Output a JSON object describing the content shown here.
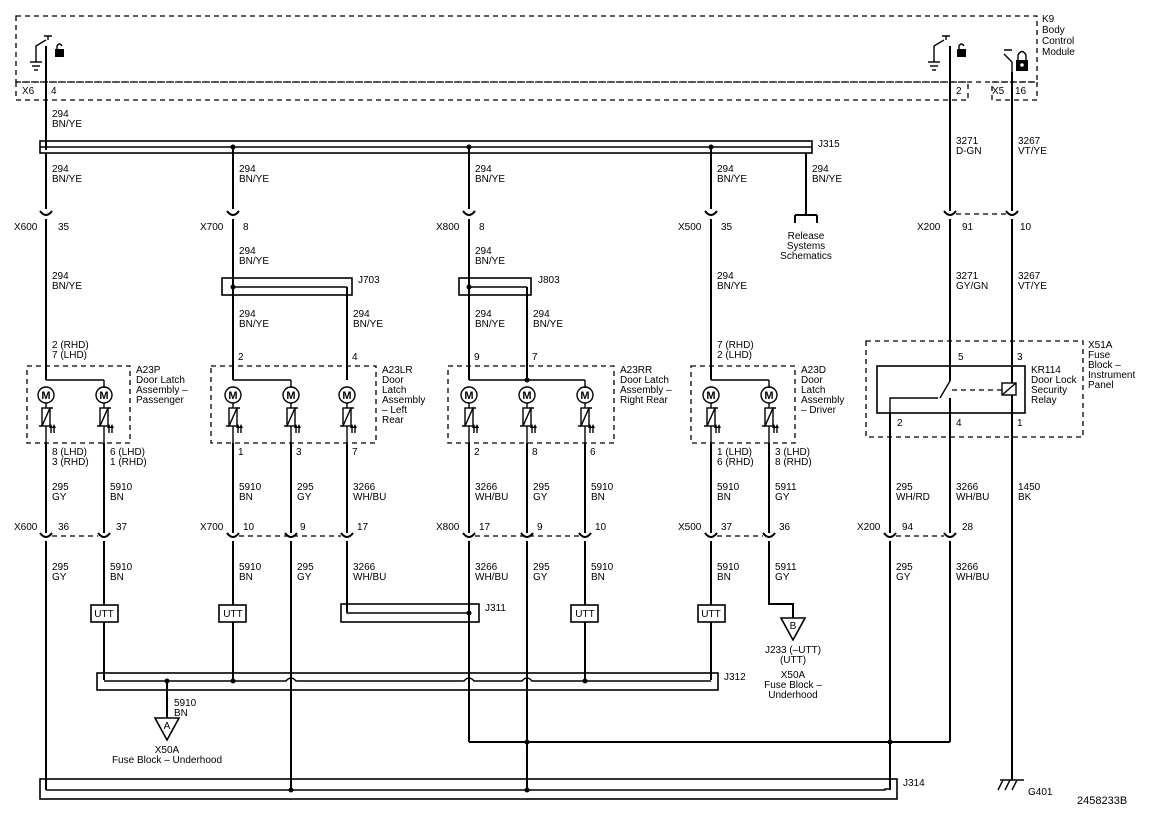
{
  "bcm": {
    "name": [
      "K9",
      "Body",
      "Control",
      "Module"
    ],
    "conn_left": "X6",
    "pin_left": "4",
    "pin_mid": "2",
    "conn_right": "X5",
    "pin_right": "16"
  },
  "splices": {
    "j315": "J315",
    "j703": "J703",
    "j803": "J803",
    "j311": "J311",
    "j312": "J312",
    "j314": "J314"
  },
  "release": [
    "Release",
    "Systems",
    "Schematics"
  ],
  "wire294": [
    "294",
    "BN/YE"
  ],
  "wires": {
    "a_d_gn": [
      "3271",
      "D-GN"
    ],
    "a_gy_gn": [
      "3271",
      "GY/GN"
    ],
    "b_vt_ye": [
      "3267",
      "VT/YE"
    ],
    "gy295": [
      "295",
      "GY"
    ],
    "bn5910": [
      "5910",
      "BN"
    ],
    "wh3266": [
      "3266",
      "WH/BU"
    ],
    "gy5911": [
      "5911",
      "GY"
    ],
    "whrd295": [
      "295",
      "WH/RD"
    ],
    "bk1450": [
      "1450",
      "BK"
    ]
  },
  "conns": {
    "x600": "X600",
    "x700": "X700",
    "x800": "X800",
    "x500": "X500",
    "x200": "X200"
  },
  "pins": {
    "p35": "35",
    "p8": "8",
    "p91": "91",
    "p10": "10",
    "p36": "36",
    "p37": "37",
    "p9": "9",
    "p17": "17",
    "p94": "94",
    "p28": "28",
    "p2": "2",
    "p4": "4",
    "p7": "7",
    "p1": "1",
    "p3": "3",
    "p6": "6",
    "p5": "5"
  },
  "pass_top": [
    "2 (RHD)",
    "7 (LHD)"
  ],
  "pass_bot1": [
    "8 (LHD)",
    "3 (RHD)"
  ],
  "pass_bot2": [
    "6 (LHD)",
    "1 (RHD)"
  ],
  "drv_top": [
    "7 (RHD)",
    "2 (LHD)"
  ],
  "drv_bot1": [
    "1 (LHD)",
    "6 (RHD)"
  ],
  "drv_bot2": [
    "3 (LHD)",
    "8 (RHD)"
  ],
  "comps": {
    "a23p": [
      "A23P",
      "Door Latch",
      "Assembly –",
      "Passenger"
    ],
    "a23lr": [
      "A23LR",
      "Door",
      "Latch",
      "Assembly",
      "– Left",
      "Rear"
    ],
    "a23rr": [
      "A23RR",
      "Door Latch",
      "Assembly –",
      "Right Rear"
    ],
    "a23d": [
      "A23D",
      "Door",
      "Latch",
      "Assembly",
      "– Driver"
    ],
    "x51a": [
      "X51A",
      "Fuse",
      "Block –",
      "Instrument",
      "Panel"
    ],
    "kr114": [
      "KR114",
      "Door Lock",
      "Security",
      "Relay"
    ]
  },
  "utt": "UTT",
  "motor": "M",
  "ref_a": {
    "letter": "A",
    "wire": [
      "5910",
      "BN"
    ],
    "name": [
      "X50A",
      "Fuse Block – Underhood"
    ]
  },
  "ref_b": {
    "letter": "B",
    "name": [
      "J233 (–UTT)",
      "(UTT)",
      "X50A",
      "Fuse Block –",
      "Underhood"
    ]
  },
  "ground": "G401",
  "doc_id": "2458233B"
}
